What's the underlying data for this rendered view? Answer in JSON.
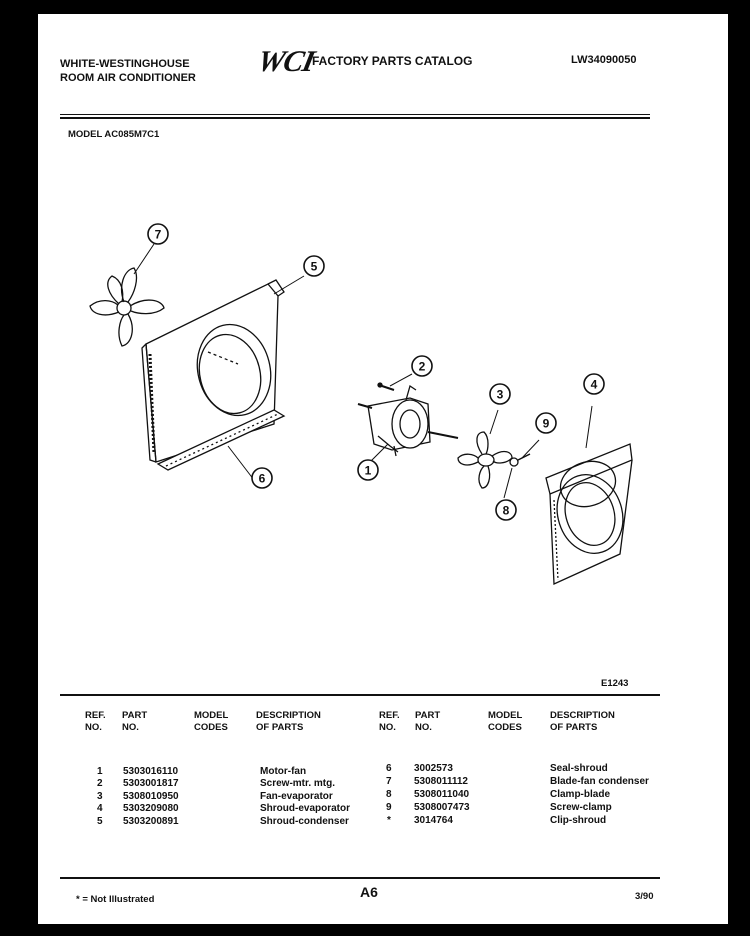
{
  "header": {
    "company_line1": "WHITE-WESTINGHOUSE",
    "company_line2": "ROOM AIR CONDITIONER",
    "logo_text": "WCI",
    "catalog_title": "FACTORY PARTS CATALOG",
    "catalog_number": "LW34090050",
    "model_label": "MODEL AC085M7C1"
  },
  "diagram": {
    "figure_code": "E1243",
    "callouts": [
      "7",
      "5",
      "6",
      "2",
      "3",
      "4",
      "9",
      "8",
      "1"
    ]
  },
  "parts_table": {
    "headers": {
      "ref_no": [
        "REF.",
        "NO."
      ],
      "part_no": [
        "PART",
        "NO."
      ],
      "model_codes": [
        "MODEL",
        "CODES"
      ],
      "description": [
        "DESCRIPTION",
        "OF PARTS"
      ]
    },
    "left_rows": [
      {
        "ref": "1",
        "part": "5303016110",
        "desc": "Motor-fan"
      },
      {
        "ref": "2",
        "part": "5303001817",
        "desc": "Screw-mtr. mtg."
      },
      {
        "ref": "3",
        "part": "5308010950",
        "desc": "Fan-evaporator"
      },
      {
        "ref": "4",
        "part": "5303209080",
        "desc": "Shroud-evaporator"
      },
      {
        "ref": "5",
        "part": "5303200891",
        "desc": "Shroud-condenser"
      }
    ],
    "right_rows": [
      {
        "ref": "6",
        "part": "3002573",
        "desc": "Seal-shroud"
      },
      {
        "ref": "7",
        "part": "5308011112",
        "desc": "Blade-fan condenser"
      },
      {
        "ref": "8",
        "part": "5308011040",
        "desc": "Clamp-blade"
      },
      {
        "ref": "9",
        "part": "5308007473",
        "desc": "Screw-clamp"
      },
      {
        "ref": "*",
        "part": "3014764",
        "desc": "Clip-shroud"
      }
    ]
  },
  "footer": {
    "note": "* = Not Illustrated",
    "page": "A6",
    "date": "3/90"
  }
}
